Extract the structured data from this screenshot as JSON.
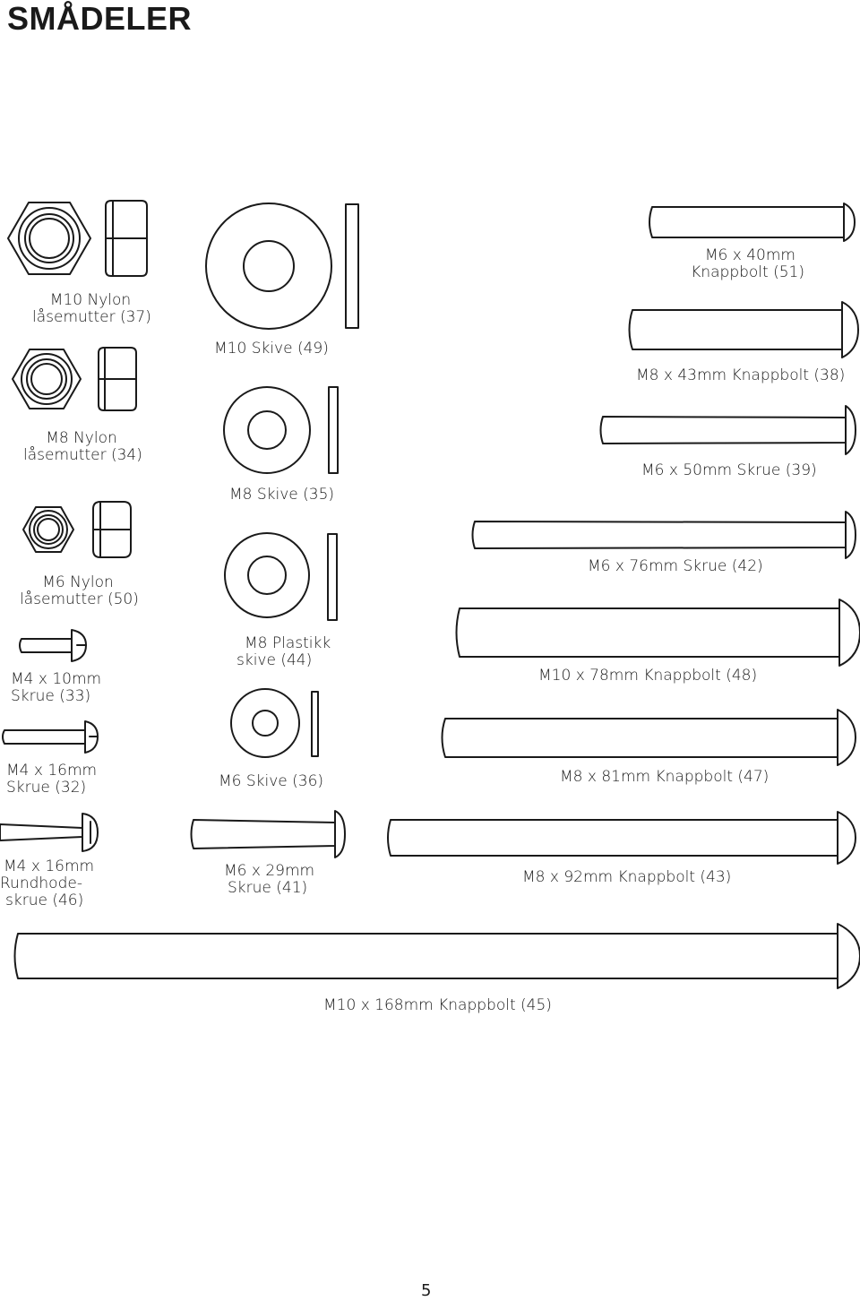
{
  "page": {
    "title": "SMÅDELER",
    "page_number": "5"
  },
  "parts": {
    "nut_m10": {
      "line1": "M10 Nylon",
      "line2": "låsemutter (37)"
    },
    "nut_m8": {
      "line1": "M8 Nylon",
      "line2": "låsemutter (34)"
    },
    "nut_m6": {
      "line1": "M6 Nylon",
      "line2": "låsemutter (50)"
    },
    "screw_m4_10": {
      "line1": "M4 x 10mm",
      "line2": "Skrue (33)"
    },
    "screw_m4_16": {
      "line1": "M4 x 16mm",
      "line2": "Skrue (32)"
    },
    "roundhead_m4_16": {
      "line1": "M4 x 16mm",
      "line2": "Rundhode-",
      "line3": "skrue (46)"
    },
    "washer_m10": {
      "line1": "M10 Skive (49)"
    },
    "washer_m8": {
      "line1": "M8 Skive (35)"
    },
    "washer_m8_plastic": {
      "line1": "M8 Plastikk",
      "line2": "skive (44)"
    },
    "washer_m6": {
      "line1": "M6 Skive (36)"
    },
    "screw_m6_29": {
      "line1": "M6 x 29mm",
      "line2": "Skrue (41)"
    },
    "bolt_m6_40": {
      "line1": "M6 x 40mm",
      "line2": "Knappbolt (51)"
    },
    "bolt_m8_43": {
      "line1": "M8 x 43mm Knappbolt (38)"
    },
    "screw_m6_50": {
      "line1": "M6 x 50mm Skrue (39)"
    },
    "screw_m6_76": {
      "line1": "M6 x 76mm Skrue (42)"
    },
    "bolt_m10_78": {
      "line1": "M10 x 78mm Knappbolt (48)"
    },
    "bolt_m8_81": {
      "line1": "M8 x 81mm Knappbolt (47)"
    },
    "bolt_m8_92": {
      "line1": "M8 x 92mm Knappbolt (43)"
    },
    "bolt_m10_168": {
      "line1": "M10 x 168mm Knappbolt (45)"
    }
  }
}
